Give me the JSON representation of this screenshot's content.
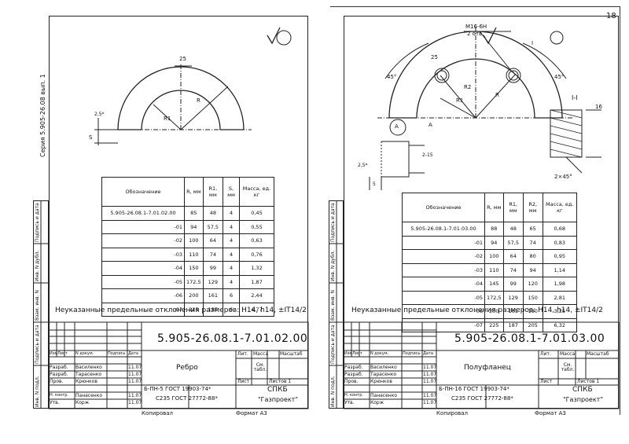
{
  "page_number": "18",
  "left_sheet": {
    "series_label": "Серия 5.905-26.08  вып. 1",
    "dim_25": "25",
    "dim_R": "R",
    "dim_R1": "R1",
    "dim_25deg": "2,5*",
    "dim_s": "S",
    "table": {
      "headers": [
        "Обозначение",
        "R, мм",
        "R1, мм",
        "S, мм",
        "Масса, ед. кг"
      ],
      "rows": [
        [
          "5.905-26.08.1-7.01.02.00",
          "85",
          "48",
          "4",
          "0,45"
        ],
        [
          "-01",
          "94",
          "57,5",
          "4",
          "0,55"
        ],
        [
          "-02",
          "100",
          "64",
          "4",
          "0,63"
        ],
        [
          "-03",
          "110",
          "74",
          "4",
          "0,76"
        ],
        [
          "-04",
          "150",
          "99",
          "4",
          "1,32"
        ],
        [
          "-05",
          "172,5",
          "129",
          "4",
          "1,87"
        ],
        [
          "-06",
          "200",
          "161",
          "6",
          "2,44"
        ],
        [
          "-07",
          "225",
          "187",
          "6",
          "4,77"
        ]
      ]
    },
    "note": "Неуказанные предельные отклонения размеров: H14, h14, ±IT14/2",
    "doc_code": "5.905-26.08.1-7.01.02.00",
    "part_name": "Ребро",
    "material_1": "Б-ПН-5 ГОСТ 19903-74*",
    "material_2": "С235 ГОСТ 27772-88*",
    "org": "СПКБ",
    "org2": "\"Газпроект\"",
    "mass_label": "Масса",
    "lit_label": "Лит.",
    "scale_label": "Масштаб",
    "mass_value": "См. табл.",
    "sheet_label": "Лист",
    "sheets_label": "Листов  1",
    "footer_left": "Копировал",
    "footer_right": "Формат  А3"
  },
  "right_sheet": {
    "thread": "М16-6Н",
    "holes": "2 отв.",
    "angle_45": "45°",
    "dim_25": "25",
    "dim_R": "R",
    "dim_R1": "R1",
    "dim_R2": "R2",
    "dim_I": "I",
    "section": "I-I",
    "view_A": "А",
    "dim_16": "16",
    "chamfer": "2×45°",
    "dim_2_5": "2,5*",
    "dim_5": "5",
    "dim_15": "2-15",
    "table": {
      "headers": [
        "Обозначение",
        "R, мм",
        "R1, мм",
        "R2, мм",
        "Масса, ед. кг"
      ],
      "rows": [
        [
          "5.905-26.08.1-7.01.03.00",
          "88",
          "48",
          "65",
          "0,68"
        ],
        [
          "-01",
          "94",
          "57,5",
          "74",
          "0,83"
        ],
        [
          "-02",
          "100",
          "64",
          "80",
          "0,95"
        ],
        [
          "-03",
          "110",
          "74",
          "94",
          "1,14"
        ],
        [
          "-04",
          "145",
          "99",
          "120",
          "1,98"
        ],
        [
          "-05",
          "172,5",
          "129",
          "150",
          "2,81"
        ],
        [
          "-06",
          "200",
          "161",
          "180",
          "3,25"
        ],
        [
          "-07",
          "225",
          "187",
          "205",
          "6,32"
        ]
      ]
    },
    "note": "Неуказанные предельные отклонения размеров: H14, h14, ±IT14/2",
    "doc_code": "5.905-26.08.1-7.01.03.00",
    "part_name": "Полуфланец",
    "material_1": "Б-ПН-16 ГОСТ 19903-74*",
    "material_2": "С235 ГОСТ 27772-88*",
    "org": "СПКБ",
    "org2": "\"Газпроект\"",
    "mass_label": "Масса",
    "lit_label": "Лит.",
    "scale_label": "Масштаб",
    "mass_value": "См. табл.",
    "sheet_label": "Лист",
    "sheets_label": "Листов  1",
    "footer_left": "Копировал",
    "footer_right": "Формат  А3"
  },
  "title_block_roles": {
    "hdr": [
      "Изм",
      "Лист",
      "N докум.",
      "Подпись",
      "Дата"
    ],
    "rows": [
      [
        "Разраб.",
        "Василенко",
        "11.07"
      ],
      [
        "Разраб.",
        "Тарасенко",
        "11.07"
      ],
      [
        "Пров.",
        "Крюнков",
        "11.07"
      ],
      [
        "Н. контр.",
        "Панасенко",
        "11.07"
      ],
      [
        "Утв.",
        "Корж",
        "11.07"
      ]
    ]
  },
  "side_stamps": [
    "Инв. N подл.",
    "Подпись и дата",
    "Взам. инв. N",
    "Инв. N дубл.",
    "Подпись и дата"
  ]
}
